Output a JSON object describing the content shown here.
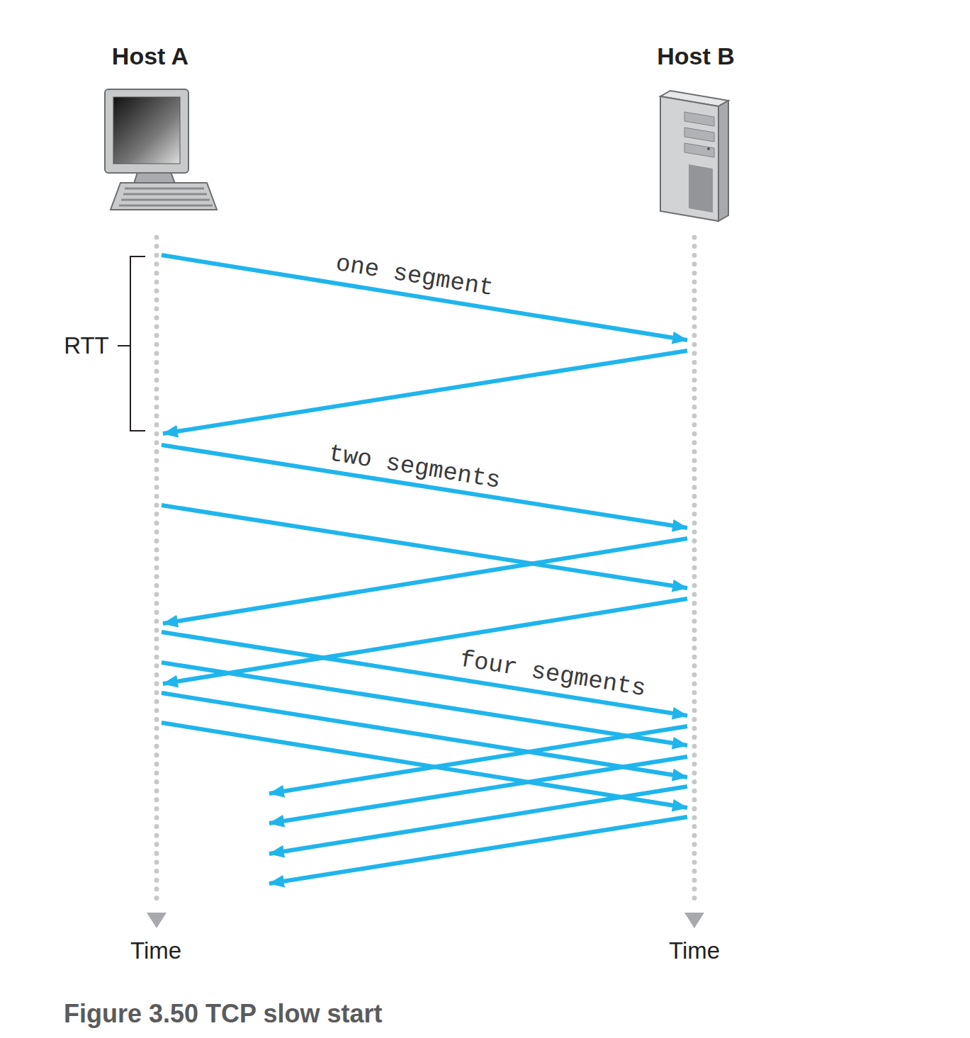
{
  "diagram": {
    "caption": "Figure 3.50 TCP slow start",
    "labels": [
      "Host A",
      "Host B",
      "RTT",
      "one segment",
      "two segments",
      "four segments",
      "Time",
      "Time"
    ]
  }
}
